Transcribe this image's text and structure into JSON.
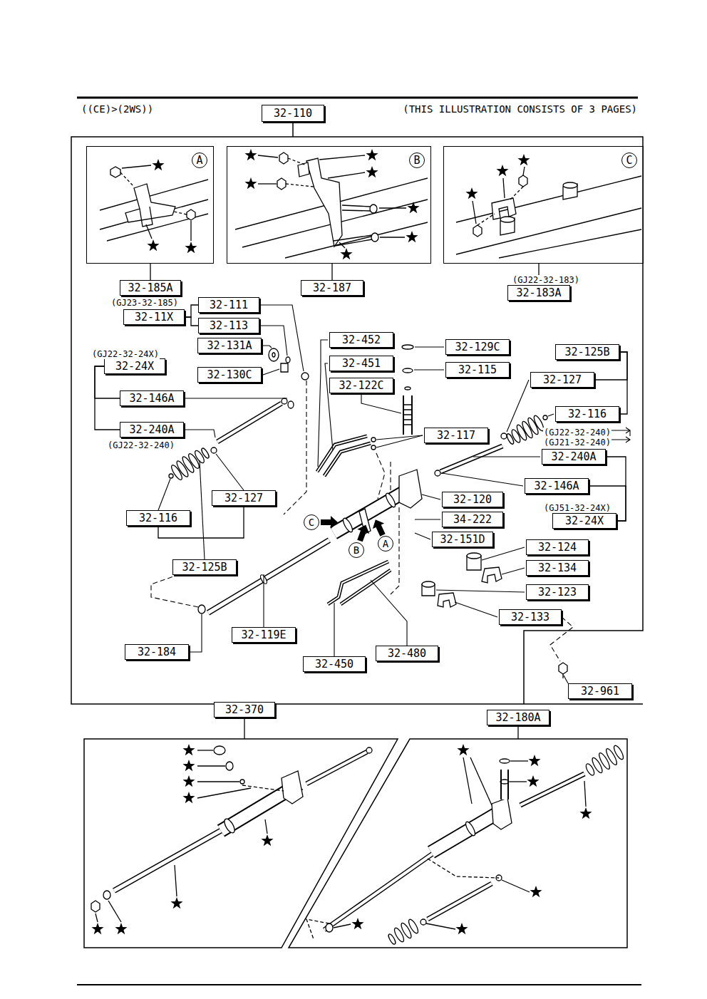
{
  "diagram": {
    "nodes": [
      {
        "text": [
          "32-110"
        ]
      },
      {
        "text": [
          "A"
        ]
      },
      {
        "text": [
          "B"
        ]
      },
      {
        "text": [
          "C"
        ]
      },
      {
        "text": [
          "32-185A"
        ]
      },
      {
        "text": [
          "32-187"
        ]
      },
      {
        "text": [
          "32-183A"
        ]
      },
      {
        "text": [
          "32-111"
        ]
      },
      {
        "text": [
          "32-11X"
        ]
      },
      {
        "text": [
          "32-113"
        ]
      },
      {
        "text": [
          "32-131A"
        ]
      },
      {
        "text": [
          "32-24X"
        ]
      },
      {
        "text": [
          "32-130C"
        ]
      },
      {
        "text": [
          "32-452"
        ]
      },
      {
        "text": [
          "32-451"
        ]
      },
      {
        "text": [
          "32-122C"
        ]
      },
      {
        "text": [
          "32-129C"
        ]
      },
      {
        "text": [
          "32-115"
        ]
      },
      {
        "text": [
          "32-125B"
        ]
      },
      {
        "text": [
          "32-127"
        ]
      },
      {
        "text": [
          "32-116"
        ]
      },
      {
        "text": [
          "32-146A"
        ]
      },
      {
        "text": [
          "32-240A"
        ]
      },
      {
        "text": [
          "32-117"
        ]
      },
      {
        "text": [
          "32-240A"
        ]
      },
      {
        "text": [
          "32-146A"
        ]
      },
      {
        "text": [
          "32-127"
        ]
      },
      {
        "text": [
          "32-116"
        ]
      },
      {
        "text": [
          "32-120"
        ]
      },
      {
        "text": [
          "34-222"
        ]
      },
      {
        "text": [
          "32-151D"
        ]
      },
      {
        "text": [
          "32-24X"
        ]
      },
      {
        "text": [
          "32-125B"
        ]
      },
      {
        "text": [
          "32-124"
        ]
      },
      {
        "text": [
          "32-134"
        ]
      },
      {
        "text": [
          "32-123"
        ]
      },
      {
        "text": [
          "32-133"
        ]
      },
      {
        "text": [
          "C"
        ]
      },
      {
        "text": [
          "B"
        ]
      },
      {
        "text": [
          "A"
        ]
      },
      {
        "text": [
          "32-119E"
        ]
      },
      {
        "text": [
          "32-184"
        ]
      },
      {
        "text": [
          "32-450"
        ]
      },
      {
        "text": [
          "32-480"
        ]
      },
      {
        "text": [
          "32-961"
        ]
      },
      {
        "text": [
          "32-370"
        ]
      },
      {
        "text": [
          "32-180A"
        ]
      }
    ],
    "edges": [
      {
        "from": 4,
        "to": 1,
        "arrow": "none"
      },
      {
        "from": 5,
        "to": 2,
        "arrow": "none"
      },
      {
        "from": 6,
        "to": 3,
        "arrow": "none"
      },
      {
        "from": 8,
        "to": 7,
        "arrow": "none"
      },
      {
        "from": 8,
        "to": 9,
        "arrow": "none"
      },
      {
        "from": 11,
        "to": 21,
        "arrow": "none"
      },
      {
        "from": 11,
        "to": 22,
        "arrow": "none"
      },
      {
        "from": 27,
        "to": 26,
        "arrow": "none"
      },
      {
        "from": 18,
        "to": 20,
        "arrow": "none"
      },
      {
        "from": 18,
        "to": 19,
        "arrow": "none"
      },
      {
        "from": 31,
        "to": 24,
        "arrow": "none"
      },
      {
        "from": 31,
        "to": 25,
        "arrow": "none"
      }
    ],
    "labels": [
      "((CE)>(2WS))",
      "(THIS ILLUSTRATION CONSISTS OF 3 PAGES)",
      "(GJ23-32-185)",
      "(GJ22-32-24X)",
      "(GJ22-32-240)",
      "(GJ22-32-183)",
      "(GJ22-32-240)",
      "(GJ21-32-240)",
      "(GJ51-32-24X)"
    ]
  }
}
